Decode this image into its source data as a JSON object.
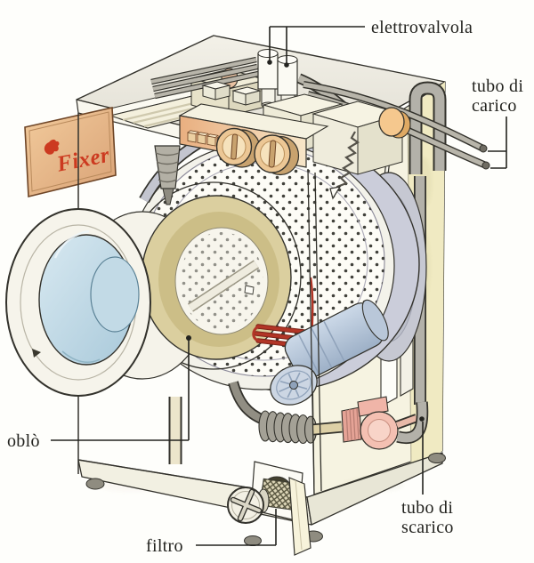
{
  "figure": {
    "type": "cutaway-diagram"
  },
  "labels": {
    "elettrovalvola": "elettrovalvola",
    "tubo_di_carico": [
      "tubo di",
      "carico"
    ],
    "oblo": "oblò",
    "filtro": "filtro",
    "tubo_di_scarico": [
      "tubo di",
      "scarico"
    ]
  },
  "brand": {
    "name": "Fixer",
    "color": "#cc3a20"
  },
  "colors": {
    "paper": "#fefefb",
    "outline": "#33322c",
    "label_text": "#23231f",
    "cabinet_cream": "#f2f0e2",
    "back_panel_yellow": "#f0eac2",
    "drum_ring_tan": "#dbcf9f",
    "door_glass_blue": "#c2dae6",
    "motor_blue": "#aebfd3",
    "pump_pink": "#f0b5a8",
    "heater_red": "#b23526",
    "hose_gray": "#b3b1a9",
    "drawer_front_tan": "#e5b384"
  }
}
